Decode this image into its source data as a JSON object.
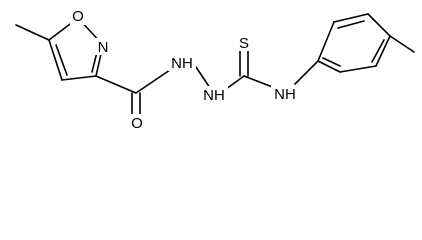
{
  "molecule": {
    "atom_labels": {
      "isoxazole_o": "O",
      "isoxazole_n": "N",
      "carbonyl_o": "O",
      "hydrazide_nh_1": "NH",
      "hydrazide_nh_2": "NH",
      "thione_s": "S",
      "anilide_nh": "NH"
    }
  }
}
